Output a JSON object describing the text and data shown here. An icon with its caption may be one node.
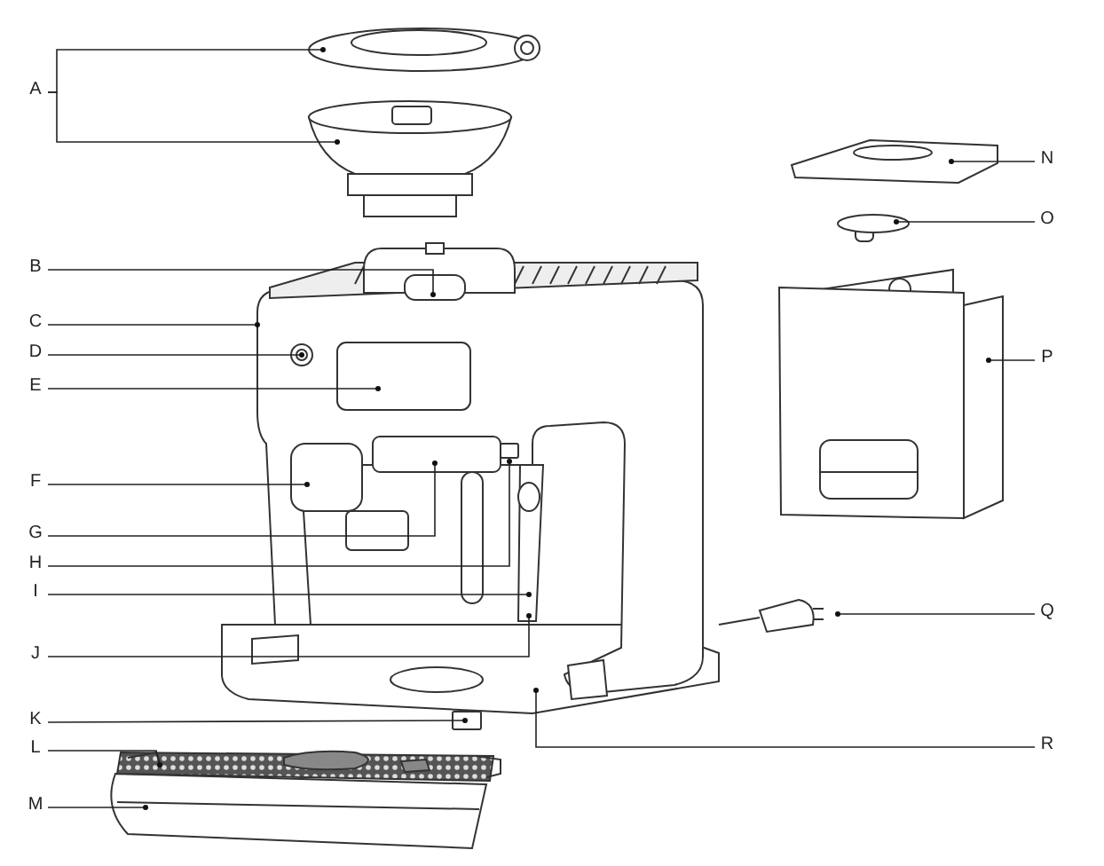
{
  "diagram": {
    "nodes": [
      {
        "text": [
          "A"
        ]
      },
      {
        "text": [
          "B"
        ]
      },
      {
        "text": [
          "C"
        ]
      },
      {
        "text": [
          "D"
        ]
      },
      {
        "text": [
          "E"
        ]
      },
      {
        "text": [
          "F"
        ]
      },
      {
        "text": [
          "G"
        ]
      },
      {
        "text": [
          "H"
        ]
      },
      {
        "text": [
          "I"
        ]
      },
      {
        "text": [
          "J"
        ]
      },
      {
        "text": [
          "K"
        ]
      },
      {
        "text": [
          "L"
        ]
      },
      {
        "text": [
          "M"
        ]
      },
      {
        "text": [
          "N"
        ]
      },
      {
        "text": [
          "O"
        ]
      },
      {
        "text": [
          "P"
        ]
      },
      {
        "text": [
          "Q"
        ]
      },
      {
        "text": [
          "R"
        ]
      },
      {
        "text": [],
        "shape": "box"
      },
      {
        "text": [],
        "shape": "picture"
      },
      {
        "text": [],
        "shape": "picture"
      }
    ],
    "edges": [
      {
        "from": 0,
        "to": null,
        "arrow": "other"
      },
      {
        "from": 0,
        "to": null,
        "arrow": "other"
      },
      {
        "from": 1,
        "to": null,
        "arrow": "other"
      },
      {
        "from": 2,
        "to": null,
        "arrow": "other"
      },
      {
        "from": 3,
        "to": null,
        "arrow": "other"
      },
      {
        "from": 4,
        "to": null,
        "arrow": "other"
      },
      {
        "from": 5,
        "to": null,
        "arrow": "other"
      },
      {
        "from": 6,
        "to": null,
        "arrow": "other"
      },
      {
        "from": 7,
        "to": null,
        "arrow": "other"
      },
      {
        "from": 8,
        "to": null,
        "arrow": "other"
      },
      {
        "from": 9,
        "to": null,
        "arrow": "other"
      },
      {
        "from": 10,
        "to": 18,
        "arrow": "other"
      },
      {
        "from": 11,
        "to": 19,
        "arrow": "other"
      },
      {
        "from": 12,
        "to": 20,
        "arrow": "other"
      },
      {
        "from": 13,
        "to": null,
        "arrow": "other"
      },
      {
        "from": 14,
        "to": null,
        "arrow": "other"
      },
      {
        "from": 15,
        "to": null,
        "arrow": "other"
      },
      {
        "from": 16,
        "to": null,
        "arrow": "other"
      },
      {
        "from": 17,
        "to": null,
        "arrow": "other"
      }
    ]
  }
}
